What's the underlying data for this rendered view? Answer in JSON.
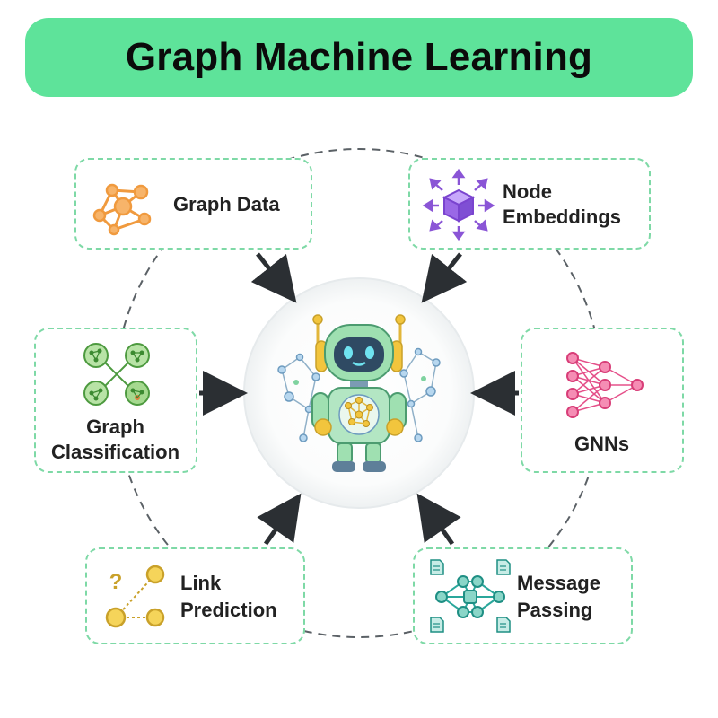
{
  "title": "Graph Machine Learning",
  "nodes": {
    "graph_data": {
      "label": "Graph Data",
      "icon": "graph-network-icon"
    },
    "node_embeddings": {
      "label_line1": "Node",
      "label_line2": "Embeddings",
      "icon": "cube-arrows-icon"
    },
    "graph_classification": {
      "label_line1": "Graph",
      "label_line2": "Classification",
      "icon": "graph-grid-icon"
    },
    "gnns": {
      "label": "GNNs",
      "icon": "neural-network-icon"
    },
    "link_prediction": {
      "label_line1": "Link",
      "label_line2": "Prediction",
      "icon": "link-question-icon"
    },
    "message_passing": {
      "label_line1": "Message",
      "label_line2": "Passing",
      "icon": "message-passing-icon"
    }
  },
  "center": {
    "icon": "robot-icon"
  },
  "colors": {
    "title_bg": "#5ee39a",
    "card_border": "#7ed9a6",
    "arrow": "#2b2f33",
    "orange": "#f09a3e",
    "purple": "#8a55d6",
    "green": "#6fbf5a",
    "pink": "#e5508a",
    "yellow": "#f2c53d",
    "teal": "#2aa79b"
  }
}
